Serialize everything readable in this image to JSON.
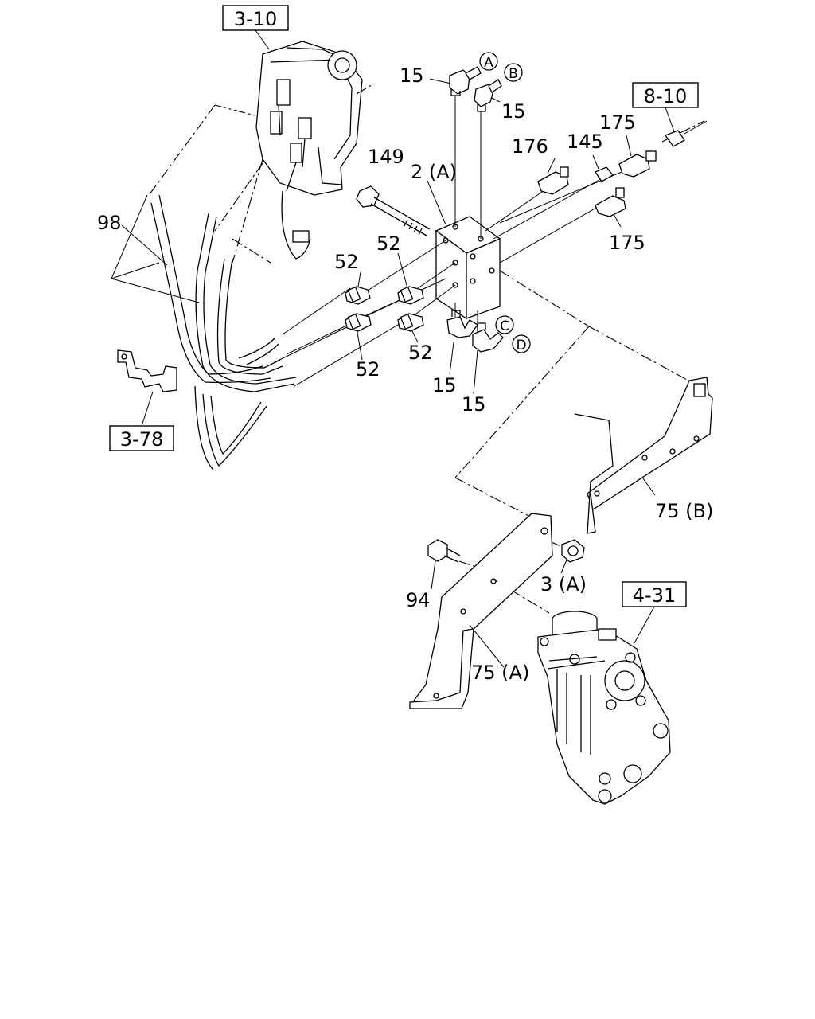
{
  "refs": {
    "r3_10": "3-10",
    "r8_10": "8-10",
    "r3_78": "3-78",
    "r4_31": "4-31"
  },
  "parts": {
    "p15_a": "15",
    "p15_b": "15",
    "p15_c": "15",
    "p15_d": "15",
    "p149": "149",
    "p2a": "2 (A)",
    "p176": "176",
    "p145": "145",
    "p175_top": "175",
    "p175_bottom": "175",
    "p98": "98",
    "p52_1": "52",
    "p52_2": "52",
    "p52_3": "52",
    "p52_4": "52",
    "p75b": "75 (B)",
    "p94": "94",
    "p3a": "3 (A)",
    "p75a": "75 (A)"
  },
  "ports": {
    "A": "A",
    "B": "B",
    "C": "C",
    "D": "D"
  }
}
